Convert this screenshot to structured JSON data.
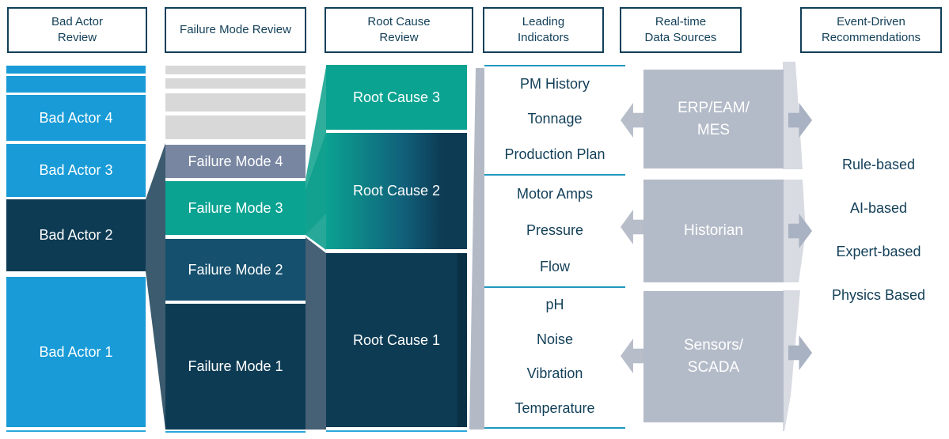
{
  "palette": {
    "bar_blue": "#189bd7",
    "bar_navy": "#0d3b54",
    "bar_teal": "#0aa392",
    "bar_slate": "#7886a2",
    "bar_steel": "#15506e",
    "bar_gray": "#d8d8d8",
    "source_box_gray": "#b4bbc8",
    "arrow_gray": "#b7bdc9",
    "band_gray": "#d8dbe2",
    "separator_teal": "#2098c0",
    "underline_blue": "#29a8dc",
    "text_navy": "#123f58",
    "ribbon_slate": "#3c5b6f",
    "ribbon_teal": "#0f9f8e"
  },
  "headers": [
    {
      "line1": "Bad Actor",
      "line2": "Review"
    },
    {
      "line1": "Failure Mode Review",
      "line2": ""
    },
    {
      "line1": "Root Cause",
      "line2": "Review"
    },
    {
      "line1": "Leading",
      "line2": "Indicators"
    },
    {
      "line1": "Real-time",
      "line2": "Data Sources"
    },
    {
      "line1": "Event-Driven",
      "line2": "Recommendations"
    }
  ],
  "bad_actors": {
    "bars": [
      {
        "label": "Bad Actor 4"
      },
      {
        "label": "Bad Actor 3"
      },
      {
        "label": "Bad Actor 2"
      },
      {
        "label": "Bad Actor 1"
      }
    ]
  },
  "failure_modes": {
    "bars": [
      {
        "label": "Failure Mode 4"
      },
      {
        "label": "Failure Mode 3"
      },
      {
        "label": "Failure Mode 2"
      },
      {
        "label": "Failure Mode 1"
      }
    ]
  },
  "root_causes": {
    "bars": [
      {
        "label": "Root Cause 3"
      },
      {
        "label": "Root Cause 2"
      },
      {
        "label": "Root Cause 1"
      }
    ]
  },
  "leading_indicators": {
    "groups": [
      {
        "items": [
          "PM History",
          "Tonnage",
          "Production Plan"
        ]
      },
      {
        "items": [
          "Motor Amps",
          "Pressure",
          "Flow"
        ]
      },
      {
        "items": [
          "pH",
          "Noise",
          "Vibration",
          "Temperature"
        ]
      }
    ]
  },
  "data_sources": [
    {
      "line1": "ERP/EAM/",
      "line2": "MES"
    },
    {
      "line1": "Historian",
      "line2": ""
    },
    {
      "line1": "Sensors/",
      "line2": "SCADA"
    }
  ],
  "recommendations": [
    "Rule-based",
    "AI-based",
    "Expert-based",
    "Physics Based"
  ]
}
